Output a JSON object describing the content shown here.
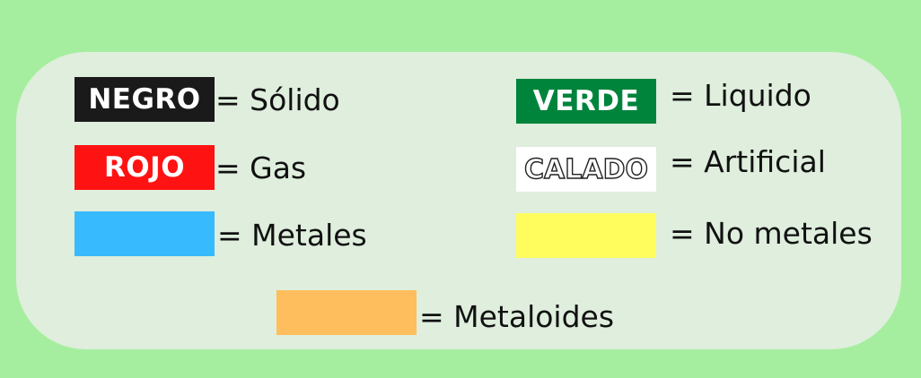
{
  "legend": {
    "items": [
      {
        "swatch_text": "NEGRO",
        "label": "= Sólido",
        "color": "#1a1a1a"
      },
      {
        "swatch_text": "ROJO",
        "label": "= Gas",
        "color": "#ff1212"
      },
      {
        "swatch_text": "",
        "label": "= Metales",
        "color": "#38bafe"
      },
      {
        "swatch_text": "VERDE",
        "label": "= Liquido",
        "color": "#00843c"
      },
      {
        "swatch_text": "CALADO",
        "label": "= Artificial",
        "color": "#ffffff"
      },
      {
        "swatch_text": "",
        "label": "= No metales",
        "color": "#fffd5e"
      },
      {
        "swatch_text": "",
        "label": "= Metaloides",
        "color": "#ffbe5d"
      }
    ]
  },
  "colors": {
    "background": "#a5ee9f",
    "panel": "#dfeedd"
  }
}
